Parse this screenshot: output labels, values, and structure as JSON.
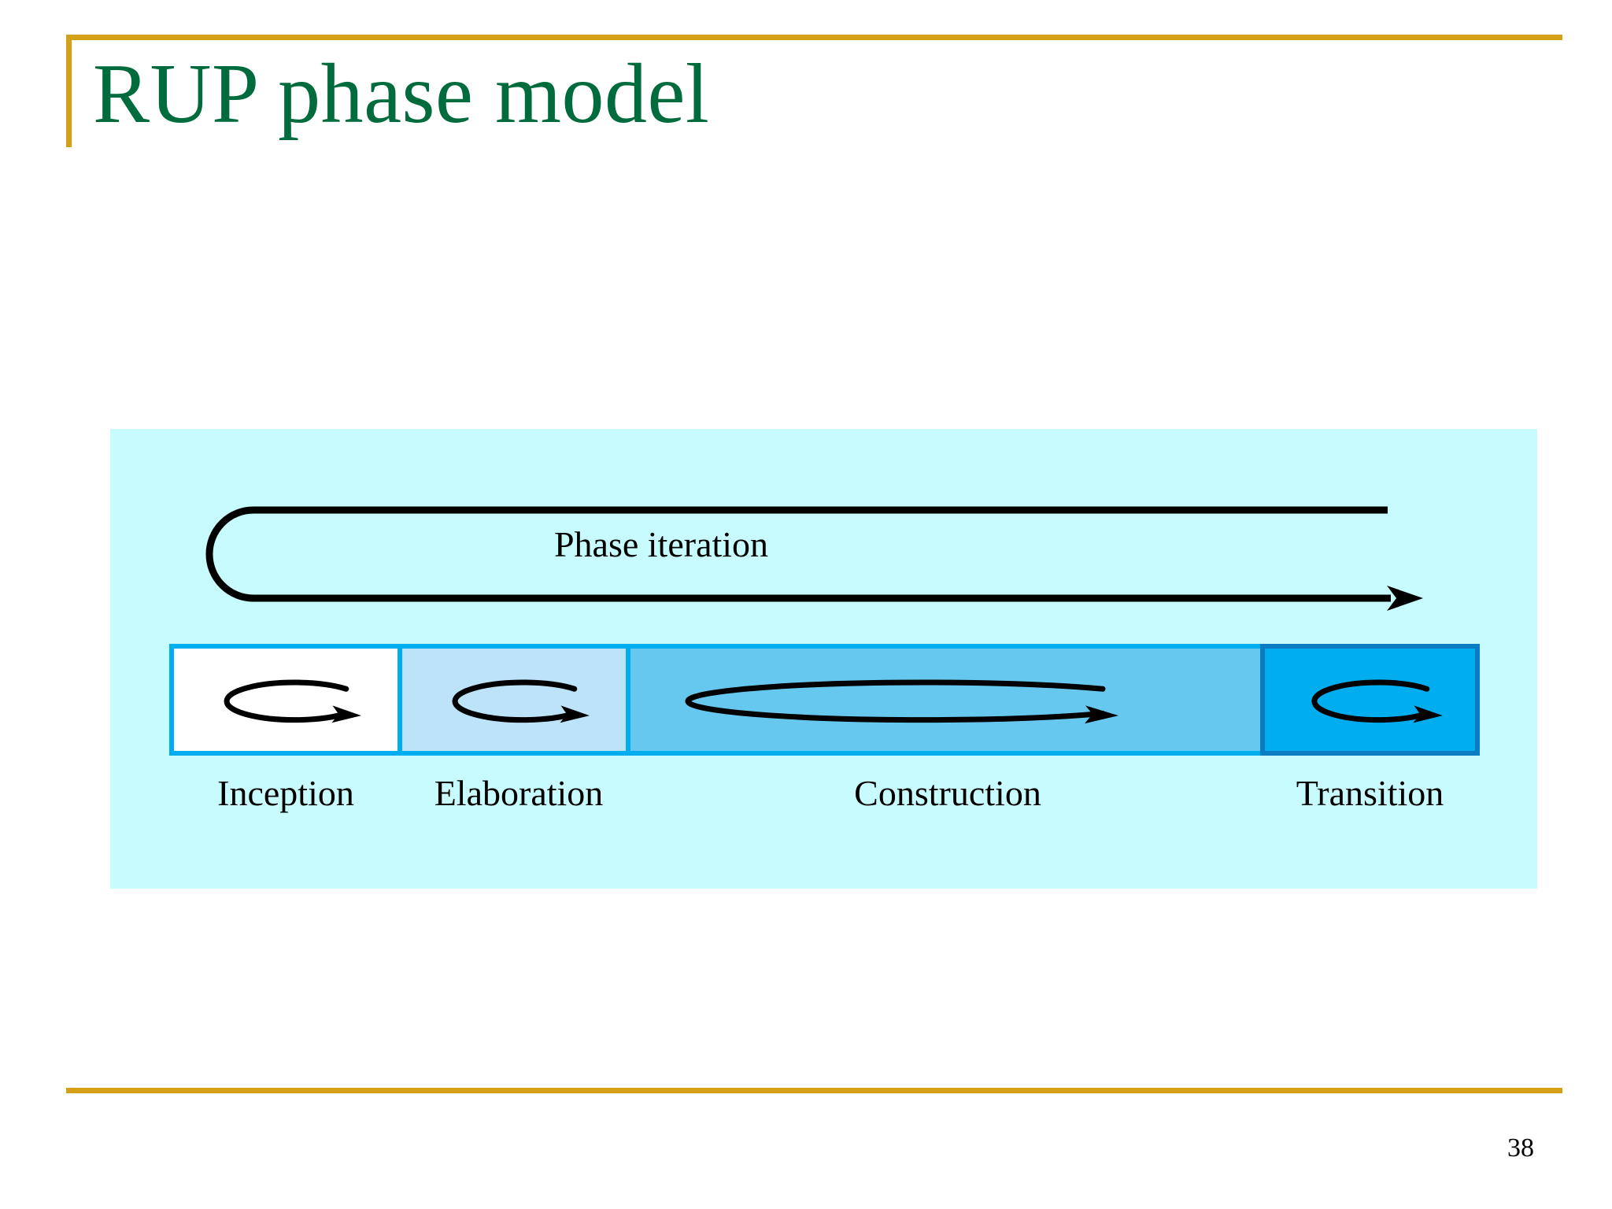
{
  "slide": {
    "title": "RUP phase model",
    "page_number": "38",
    "accent_color": "#D4A017",
    "title_color": "#006B3C",
    "panel_color": "#C7FBFD"
  },
  "diagram": {
    "iteration_caption": "Phase iteration",
    "loop_arrow_icon": "phase-iteration-loop-arrow-icon",
    "phases": [
      {
        "label": "Inception",
        "fill": "#FFFFFF",
        "border": "#00AEEF",
        "loop_icon": "iteration-loop-arrow-icon"
      },
      {
        "label": "Elaboration",
        "fill": "#BCE3F7",
        "border": "#00AEEF",
        "loop_icon": "iteration-loop-arrow-icon"
      },
      {
        "label": "Construction",
        "fill": "#66C8EE",
        "border": "#00AEEF",
        "loop_icon": "iteration-loop-arrow-icon"
      },
      {
        "label": "Transition",
        "fill": "#00AEEF",
        "border": "#0C7CC2",
        "loop_icon": "iteration-loop-arrow-icon"
      }
    ]
  }
}
